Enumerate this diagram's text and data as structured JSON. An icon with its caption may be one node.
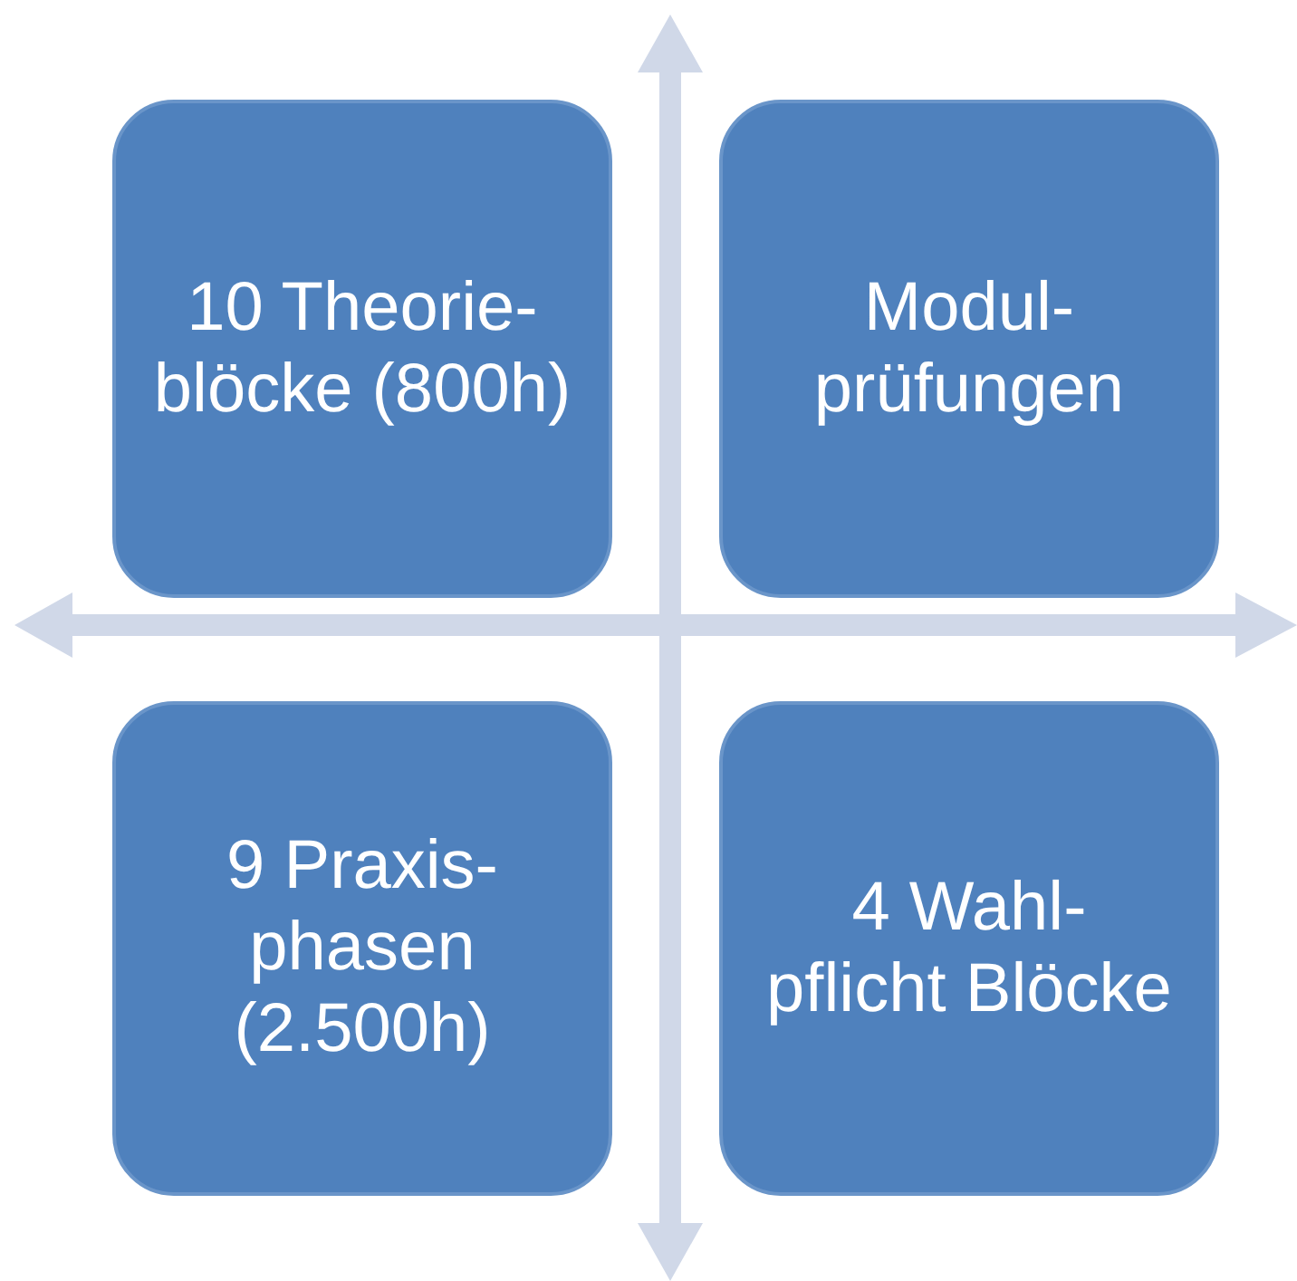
{
  "diagram": {
    "nodes": [
      {
        "text": [
          "10 Theorie- blöcke (800h)"
        ]
      },
      {
        "text": [
          "Modul- prüfungen"
        ]
      },
      {
        "text": [
          "9 Praxis- phasen (2.500h)"
        ]
      },
      {
        "text": [
          "4 Wahl- pflicht Blöcke"
        ]
      }
    ]
  }
}
